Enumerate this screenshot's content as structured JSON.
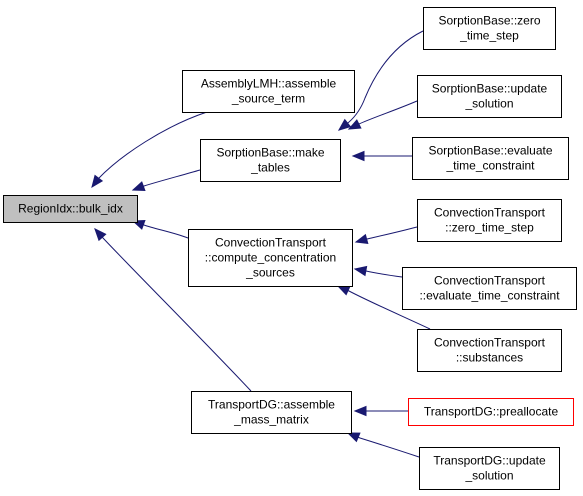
{
  "nodes": [
    {
      "id": "root",
      "lines": [
        "RegionIdx::bulk_idx"
      ],
      "kind": "root"
    },
    {
      "id": "asm_src",
      "lines": [
        "AssemblyLMH::assemble",
        "_source_term"
      ],
      "kind": "normal"
    },
    {
      "id": "make_tables",
      "lines": [
        "SorptionBase::make",
        "_tables"
      ],
      "kind": "normal"
    },
    {
      "id": "conc_src",
      "lines": [
        "ConvectionTransport",
        "::compute_concentration",
        "_sources"
      ],
      "kind": "normal"
    },
    {
      "id": "mass_matrix",
      "lines": [
        "TransportDG::assemble",
        "_mass_matrix"
      ],
      "kind": "normal"
    },
    {
      "id": "sb_zero",
      "lines": [
        "SorptionBase::zero",
        "_time_step"
      ],
      "kind": "normal"
    },
    {
      "id": "sb_update",
      "lines": [
        "SorptionBase::update",
        "_solution"
      ],
      "kind": "normal"
    },
    {
      "id": "sb_eval",
      "lines": [
        "SorptionBase::evaluate",
        "_time_constraint"
      ],
      "kind": "normal"
    },
    {
      "id": "ct_zero",
      "lines": [
        "ConvectionTransport",
        "::zero_time_step"
      ],
      "kind": "normal"
    },
    {
      "id": "ct_eval",
      "lines": [
        "ConvectionTransport",
        "::evaluate_time_constraint"
      ],
      "kind": "normal"
    },
    {
      "id": "ct_subst",
      "lines": [
        "ConvectionTransport",
        "::substances"
      ],
      "kind": "normal"
    },
    {
      "id": "tdg_prealloc",
      "lines": [
        "TransportDG::preallocate"
      ],
      "kind": "red"
    },
    {
      "id": "tdg_update",
      "lines": [
        "TransportDG::update",
        "_solution"
      ],
      "kind": "normal"
    }
  ],
  "edges": [
    {
      "from": "asm_src",
      "to": "root"
    },
    {
      "from": "make_tables",
      "to": "root"
    },
    {
      "from": "conc_src",
      "to": "root"
    },
    {
      "from": "mass_matrix",
      "to": "root"
    },
    {
      "from": "sb_zero",
      "to": "make_tables"
    },
    {
      "from": "sb_update",
      "to": "make_tables"
    },
    {
      "from": "sb_eval",
      "to": "make_tables"
    },
    {
      "from": "ct_zero",
      "to": "conc_src"
    },
    {
      "from": "ct_eval",
      "to": "conc_src"
    },
    {
      "from": "ct_subst",
      "to": "conc_src"
    },
    {
      "from": "tdg_prealloc",
      "to": "mass_matrix"
    },
    {
      "from": "tdg_update",
      "to": "mass_matrix"
    }
  ],
  "colors": {
    "edge": "#191970",
    "root_fill": "#bfbfbf",
    "node_fill": "#ffffff",
    "node_border": "#000000",
    "highlight_border": "#ff0000"
  }
}
